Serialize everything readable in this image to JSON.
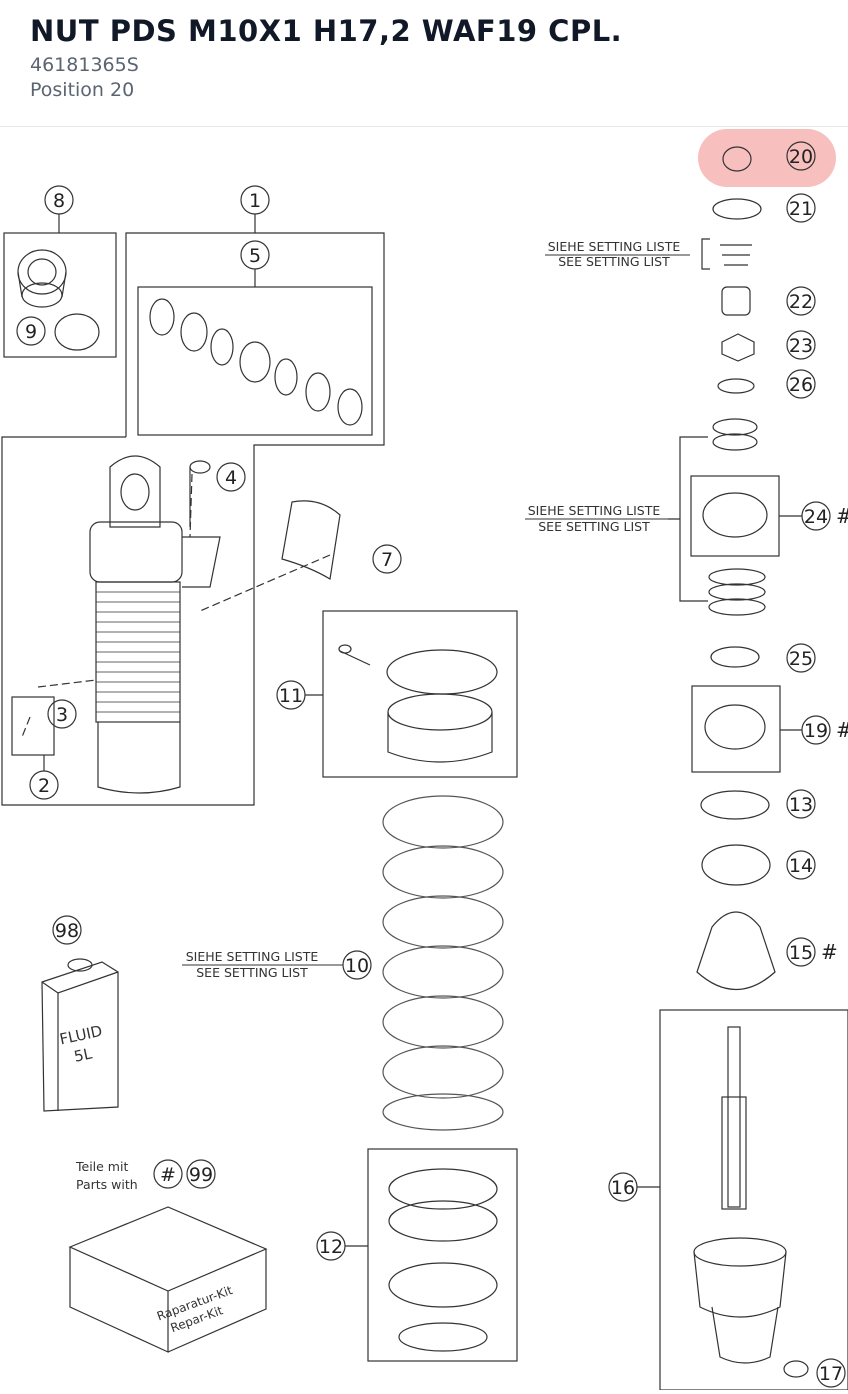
{
  "header": {
    "title": "NUT PDS M10X1 H17,2 WAF19 CPL.",
    "part_number": "46181365S",
    "position": "Position 20"
  },
  "highlight_color": "#f28a8a",
  "diagram": {
    "notes": {
      "setting_de": "SIEHE SETTING LISTE",
      "setting_en": "SEE SETTING LIST",
      "parts_de": "Teile mit",
      "parts_en": "Parts with",
      "fluid_1": "FLUID",
      "fluid_2": "5L",
      "kit_1": "Raparatur-Kit",
      "kit_2": "Repar-Kit",
      "hash": "#"
    },
    "callouts": {
      "c20": "20",
      "c21": "21",
      "c22": "22",
      "c23": "23",
      "c26": "26",
      "c24": "24",
      "c25": "25",
      "c19": "19",
      "c13": "13",
      "c14": "14",
      "c15": "15",
      "c16": "16",
      "c17": "17",
      "c1": "1",
      "c5": "5",
      "c8": "8",
      "c9": "9",
      "c4": "4",
      "c7": "7",
      "c3": "3",
      "c2": "2",
      "c11": "11",
      "c10": "10",
      "c12": "12",
      "c98": "98",
      "c99": "99"
    }
  }
}
